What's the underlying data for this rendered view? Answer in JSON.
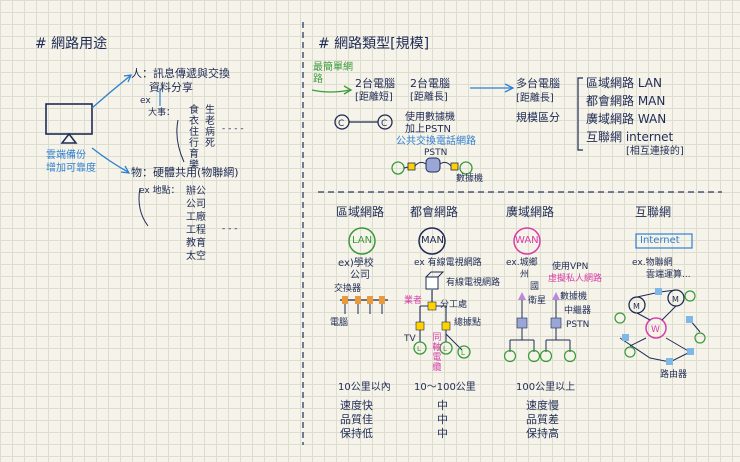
{
  "left": {
    "title": "# 網路用途",
    "monitor_caption": [
      "雲端備份",
      "增加可靠度"
    ],
    "people": "人：訊息傳遞與交換",
    "people_sub": "資料分享",
    "people_ex_tag": "ex",
    "people_ex_prefix": "大事：",
    "people_ex_items": [
      "食衣住行育樂",
      "生老病死"
    ],
    "things": "物：硬體共用(物聯網)",
    "things_ex": "ex 地點：",
    "things_ex_items": [
      "辦公",
      "公司",
      "工廠",
      "工程",
      "教育",
      "太空"
    ],
    "dots1": "- - - -",
    "dots2": "- - -"
  },
  "right": {
    "title": "# 網路類型[規模]",
    "simplest": "最簡單網路",
    "two_pc_1": "2台電腦",
    "two_pc_1_sub": "[距離短]",
    "two_pc_2": "2台電腦",
    "two_pc_2_sub": "[距離長]",
    "pstn_desc1": "使用數據機",
    "pstn_desc2": "加上PSTN",
    "pstn_desc3": "公共交換電話網路",
    "pstn_label": "PSTN",
    "modem_label": "數據機",
    "multi_pc": "多台電腦",
    "multi_pc_sub": "[距離長]",
    "scale_div": "規模區分",
    "types": [
      "區域網路 LAN",
      "都會網路 MAN",
      "廣域網路 WAN",
      "互聯網 internet"
    ],
    "internet_sub": "[相互連接的]"
  },
  "bottom": {
    "lan": {
      "title": "區域網路",
      "badge": "LAN",
      "ex1": "ex)學校",
      "ex2": "公司",
      "label_switch": "交換器",
      "label_pc": "電腦",
      "distance": "10公里以內",
      "props": [
        "速度快",
        "品質佳",
        "保持低"
      ]
    },
    "man": {
      "title": "都會網路",
      "badge": "MAN",
      "ex": "ex 有線電視網路",
      "cable": "有線電視網路",
      "label_isp": "業者",
      "label_office": "分工處",
      "label_branch": "總據點",
      "label_fiber": "同軸電纜",
      "label_tv": "TV",
      "distance": "10～100公里",
      "props": [
        "中",
        "中",
        "中"
      ]
    },
    "wan": {
      "title": "廣域網路",
      "badge": "WAN",
      "ex1": "ex.城鄉",
      "ex2": "州",
      "ex3": "國",
      "vpn1": "使用VPN",
      "vpn2": "虛擬私人網路",
      "label_station": "衛星",
      "label_router": "數據機",
      "label_relay": "中繼器",
      "label_pstn": "PSTN",
      "distance": "100公里以上",
      "props": [
        "速度慢",
        "品質差",
        "保持高"
      ]
    },
    "inet": {
      "title": "互聯網",
      "badge": "Internet",
      "ex1": "ex.物聯網",
      "ex2": "雲端運算...",
      "label_router": "路由器"
    }
  }
}
